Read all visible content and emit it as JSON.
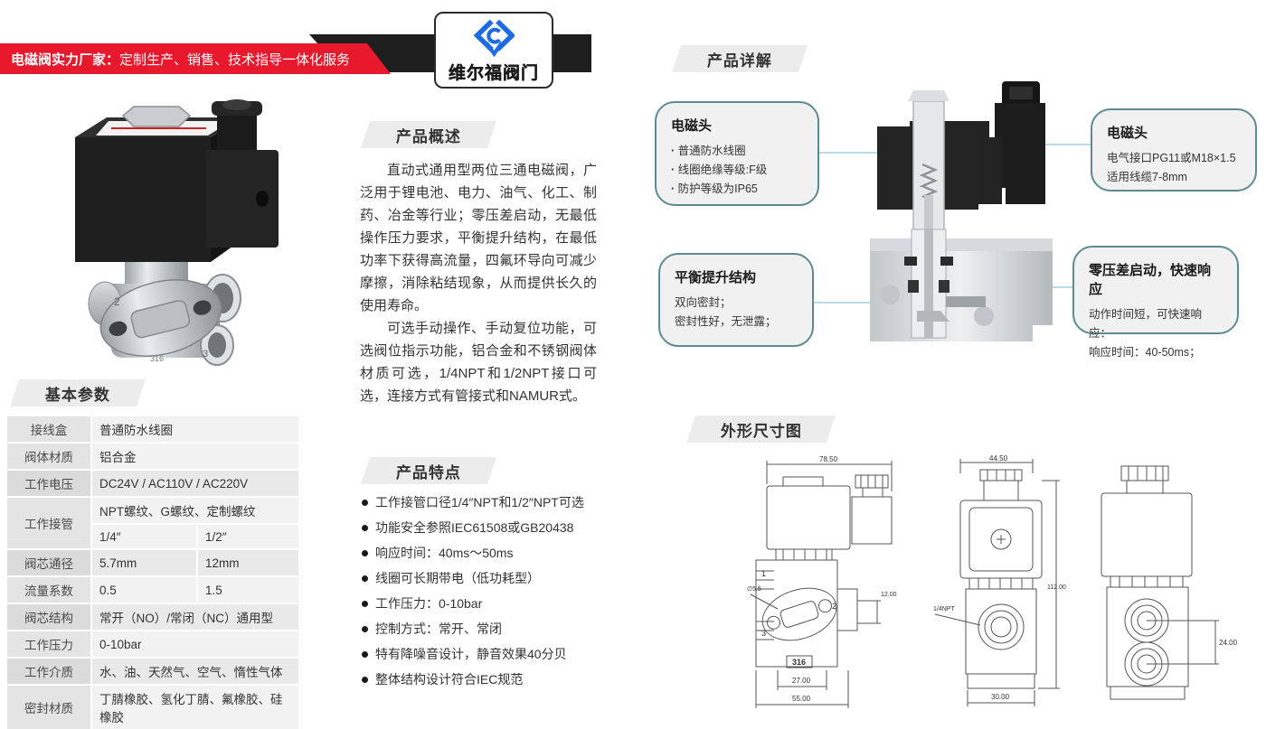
{
  "header": {
    "banner_bold": "电磁阀实力厂家：",
    "banner_rest": "定制生产、销售、技术指导一体化服务",
    "logo_text": "维尔福阀门"
  },
  "sections": {
    "basic_params": "基本参数",
    "overview": "产品概述",
    "features": "产品特点",
    "details": "产品详解",
    "dimensions": "外形尺寸图"
  },
  "overview": {
    "p1": "直动式通用型两位三通电磁阀，广泛用于锂电池、电力、油气、化工、制药、冶金等行业；零压差启动，无最低操作压力要求，平衡提升结构，在最低功率下获得高流量，四氟环导向可减少摩擦，消除粘结现象，从而提供长久的使用寿命。",
    "p2": "可选手动操作、手动复位功能，可选阀位指示功能，铝合金和不锈钢阀体材质可选，1/4NPT和1/2NPT接口可选，连接方式有管接式和NAMUR式。"
  },
  "features": {
    "items": [
      "工作接管口径1/4″NPT和1/2″NPT可选",
      "功能安全参照IEC61508或GB20438",
      "响应时间：40ms～50ms",
      "线圈可长期带电（低功耗型）",
      "工作压力：0-10bar",
      "控制方式：常开、常闭",
      "特有降噪音设计，静音效果40分贝",
      "整体结构设计符合IEC规范"
    ]
  },
  "basic_params": {
    "rows": [
      {
        "label": "接线盒",
        "value": "普通防水线圈"
      },
      {
        "label": "阀体材质",
        "value": "铝合金"
      },
      {
        "label": "工作电压",
        "value": "DC24V  /  AC110V  /  AC220V"
      },
      {
        "label": "工作接管",
        "value": "NPT螺纹、G螺纹、定制螺纹",
        "sub1": "1/4″",
        "sub2": "1/2″"
      },
      {
        "label": "阀芯通径",
        "v1": "5.7mm",
        "v2": "12mm"
      },
      {
        "label": "流量系数",
        "v1": "0.5",
        "v2": "1.5"
      },
      {
        "label": "阀芯结构",
        "value": "常开（NO）/常闭（NC）通用型"
      },
      {
        "label": "工作压力",
        "value": "0-10bar"
      },
      {
        "label": "工作介质",
        "value": "水、油、天然气、空气、惰性气体"
      },
      {
        "label": "密封材质",
        "value": "丁腈橡胶、氢化丁腈、氟橡胶、硅橡胶"
      }
    ]
  },
  "details": {
    "callout_coil_left": {
      "title": "电磁头",
      "l1": "普通防水线圈",
      "l2": "线圈绝缘等级:F级",
      "l3": "防护等级为IP65"
    },
    "callout_coil_right": {
      "title": "电磁头",
      "l1": "电气接口PG11或M18×1.5",
      "l2": "适用线缆7-8mm"
    },
    "callout_balance": {
      "title": "平衡提升结构",
      "l1": "双向密封；",
      "l2": "密封性好，无泄露；"
    },
    "callout_zero_diff": {
      "title": "零压差启动，快速响应",
      "l1": "动作时间短，可快速响应：",
      "l2": "响应时间：40-50ms；"
    }
  },
  "dimensions": {
    "drawing_side": {
      "dim_top": "78.50",
      "dim_right": "12.00",
      "dim_bottom_inner": "27.00",
      "dim_bottom_outer": "55.00",
      "hole_label": "∅5.5",
      "port1": "1",
      "port2": "2",
      "port3": "3",
      "badge": "316"
    },
    "drawing_front": {
      "dim_top": "44.50",
      "dim_height": "112.00",
      "port_label": "1/4NPT",
      "dim_bottom": "30.00"
    },
    "drawing_back": {
      "dim_ports": "24.00"
    },
    "photo_badge": "316",
    "photo_port2": "2",
    "photo_port3": "3"
  },
  "colors": {
    "accent_red": "#e8182d",
    "band_dark": "#1e1e1e",
    "logo_blue": "#1d6be4",
    "callout_border": "#5d8b91",
    "connector_line": "#b9dce6",
    "section_bg": "#ececec"
  }
}
